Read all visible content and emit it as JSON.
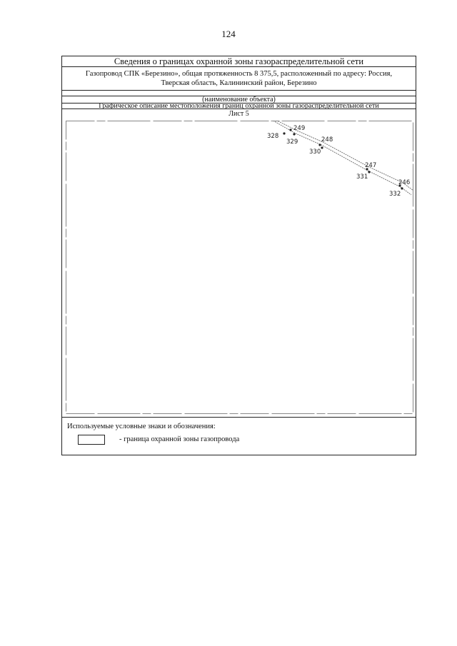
{
  "page_number": "124",
  "header": {
    "title": "Сведения о границах охранной зоны газораспределительной сети",
    "object_line1": "Газопровод СПК «Березино», общая протяженность 8 375,5, расположенный по адресу: Россия,",
    "object_line2": "Тверская область, Калининский район, Березино",
    "object_caption": "(наименование объекта)",
    "graphic_title": "Графическое описание местоположения границ охранной зоны газораспределительной сети",
    "sheet": "Лист 5"
  },
  "map": {
    "points": [
      {
        "label": "328"
      },
      {
        "label": "249"
      },
      {
        "label": "329"
      },
      {
        "label": "248"
      },
      {
        "label": "330"
      },
      {
        "label": "247"
      },
      {
        "label": "331"
      },
      {
        "label": "246"
      },
      {
        "label": "332"
      }
    ]
  },
  "legend": {
    "title": "Используемые условные знаки и обозначения:",
    "items": [
      {
        "description": "-  граница охранной зоны газопровода"
      }
    ]
  }
}
